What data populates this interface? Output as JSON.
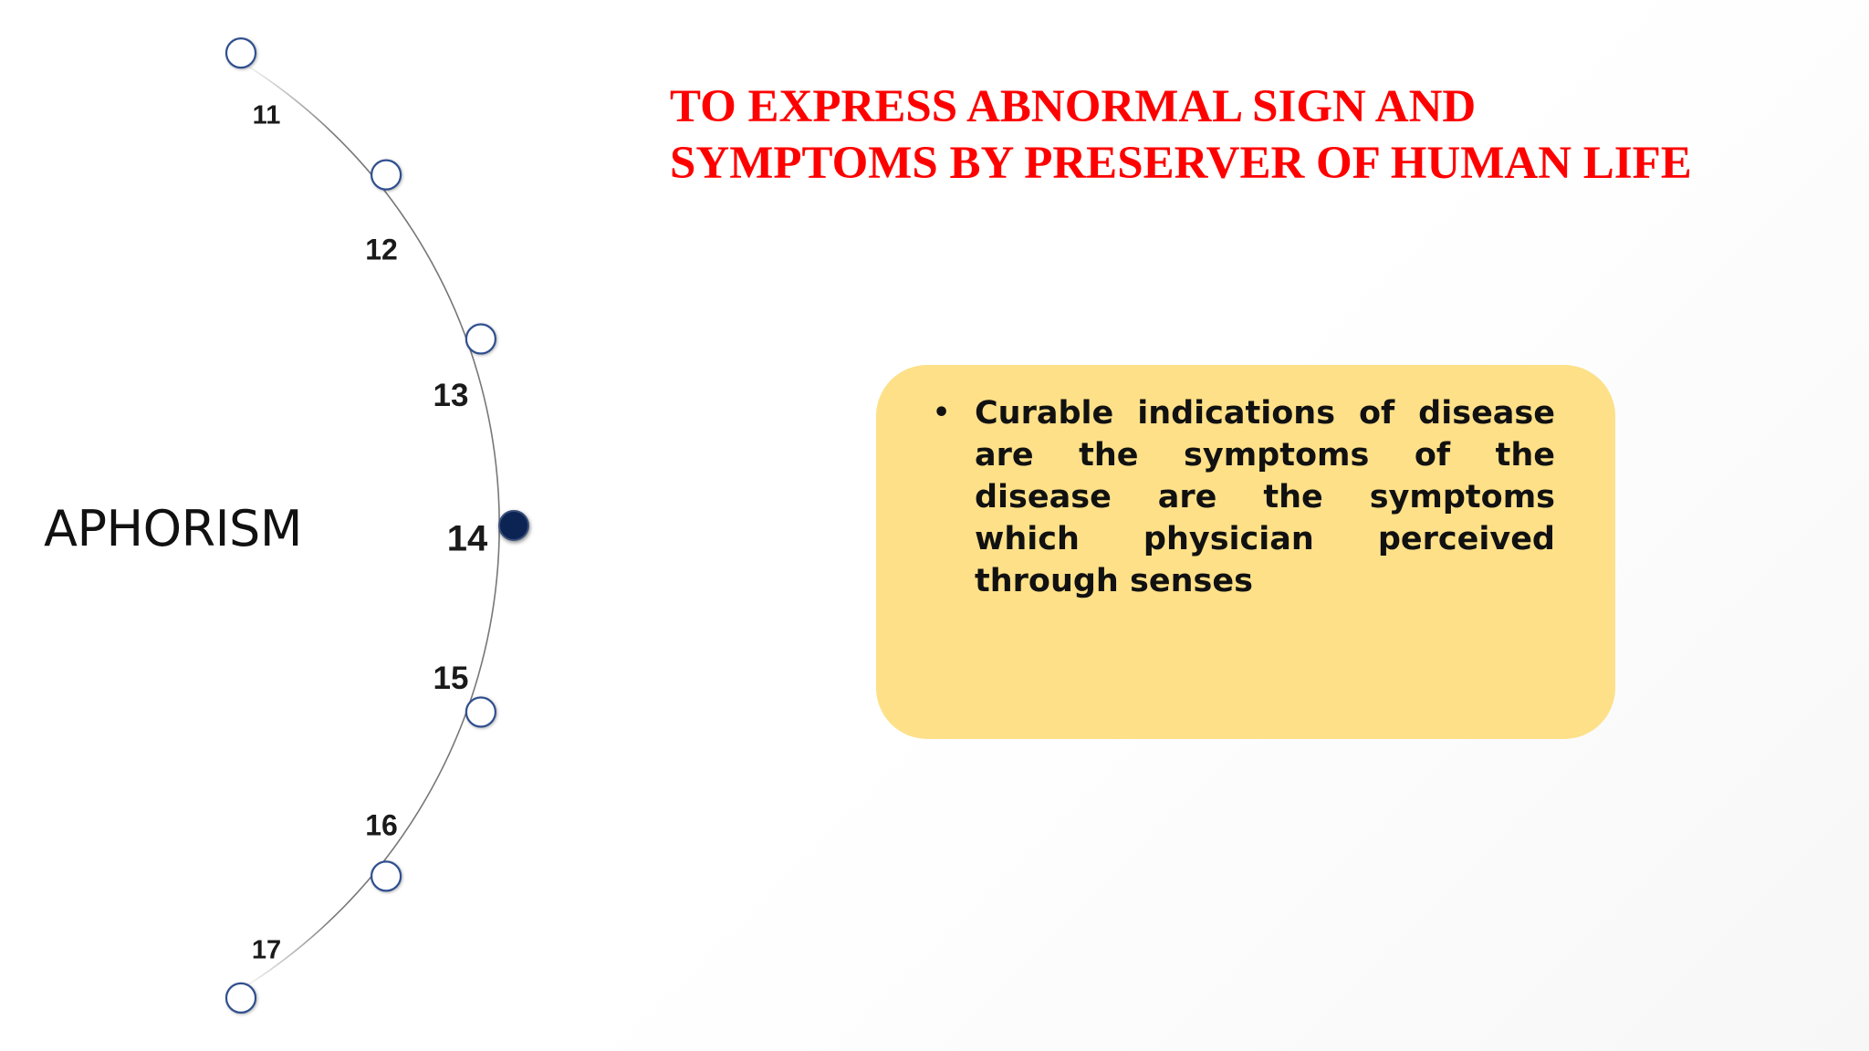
{
  "slide": {
    "title_line1": "TO EXPRESS ABNORMAL SIGN AND",
    "title_line2": "SYMPTOMS BY PRESERVER OF HUMAN LIFE",
    "title_color": "#ff0000",
    "side_title": "APHORISM",
    "timeline": {
      "items": [
        {
          "label": "11",
          "active": false
        },
        {
          "label": "12",
          "active": false
        },
        {
          "label": "13",
          "active": false
        },
        {
          "label": "14",
          "active": true
        },
        {
          "label": "15",
          "active": false
        },
        {
          "label": "16",
          "active": false
        },
        {
          "label": "17",
          "active": false
        }
      ],
      "node_border_color": "#2f4f8f",
      "active_node_color": "#0b2454",
      "curve_color": "#555555"
    },
    "note": {
      "bullet_text": "Curable indications of disease are the symptoms of the disease are the symptoms which physician perceived through senses",
      "bullet_symbol": "•",
      "background_color": "#fde088"
    }
  }
}
